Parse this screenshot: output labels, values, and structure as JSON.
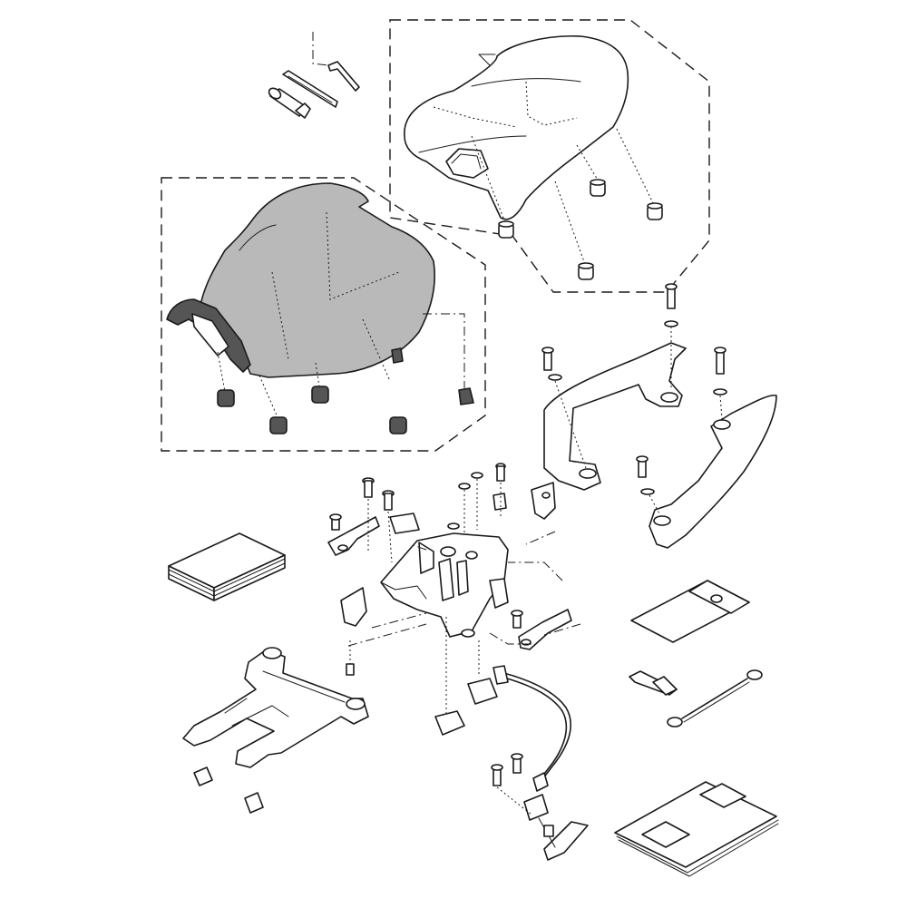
{
  "diagram": {
    "type": "exploded-parts-view",
    "labels": [],
    "colors": {
      "line": "#1a1a1a",
      "background": "#ffffff",
      "rider_seat_fill": "#b9b9b9",
      "dark_parts": "#555555"
    },
    "parts": [
      "tool-hex-key",
      "tool-screwdriver",
      "tool-spanner",
      "passenger-seat",
      "rider-seat",
      "seat-damper",
      "seat-lock-bracket",
      "grab-rail-left",
      "grab-rail-right",
      "owners-manual",
      "document-pouch",
      "helmet-cable",
      "helmet-holder-plate",
      "seat-support-frame",
      "seat-lock-cable",
      "tool-bag"
    ]
  }
}
